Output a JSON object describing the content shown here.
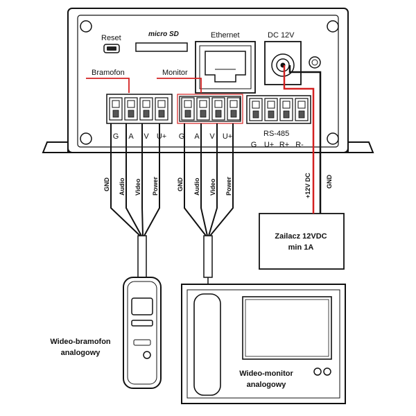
{
  "device": {
    "reset_label": "Reset",
    "microsd_label": "micro SD",
    "ethernet_label": "Ethernet",
    "dc_label": "DC 12V",
    "bramofon_label": "Bramofon",
    "monitor_label": "Monitor",
    "rs485_label": "RS-485",
    "bramofon_pins": [
      "G",
      "A",
      "V",
      "U+"
    ],
    "monitor_pins": [
      "G",
      "A",
      "V",
      "U+"
    ],
    "rs485_pins": [
      "G",
      "U+",
      "R+",
      "R-"
    ]
  },
  "wires": {
    "bramofon": [
      "GND",
      "Audio",
      "Video",
      "Power"
    ],
    "monitor": [
      "GND",
      "Audio",
      "Video",
      "Power"
    ],
    "power_plus": "+12V DC",
    "power_gnd": "GND"
  },
  "psu": {
    "line1": "Zailacz 12VDC",
    "line2": "min 1A"
  },
  "doorphone": {
    "line1": "Wideo-bramofon",
    "line2": "analogowy"
  },
  "videomonitor": {
    "line1": "Wideo-monitor",
    "line2": "analogowy"
  },
  "colors": {
    "red_wire": "#d42020",
    "outline": "#111111",
    "connector_green": "#3a3a3a"
  }
}
